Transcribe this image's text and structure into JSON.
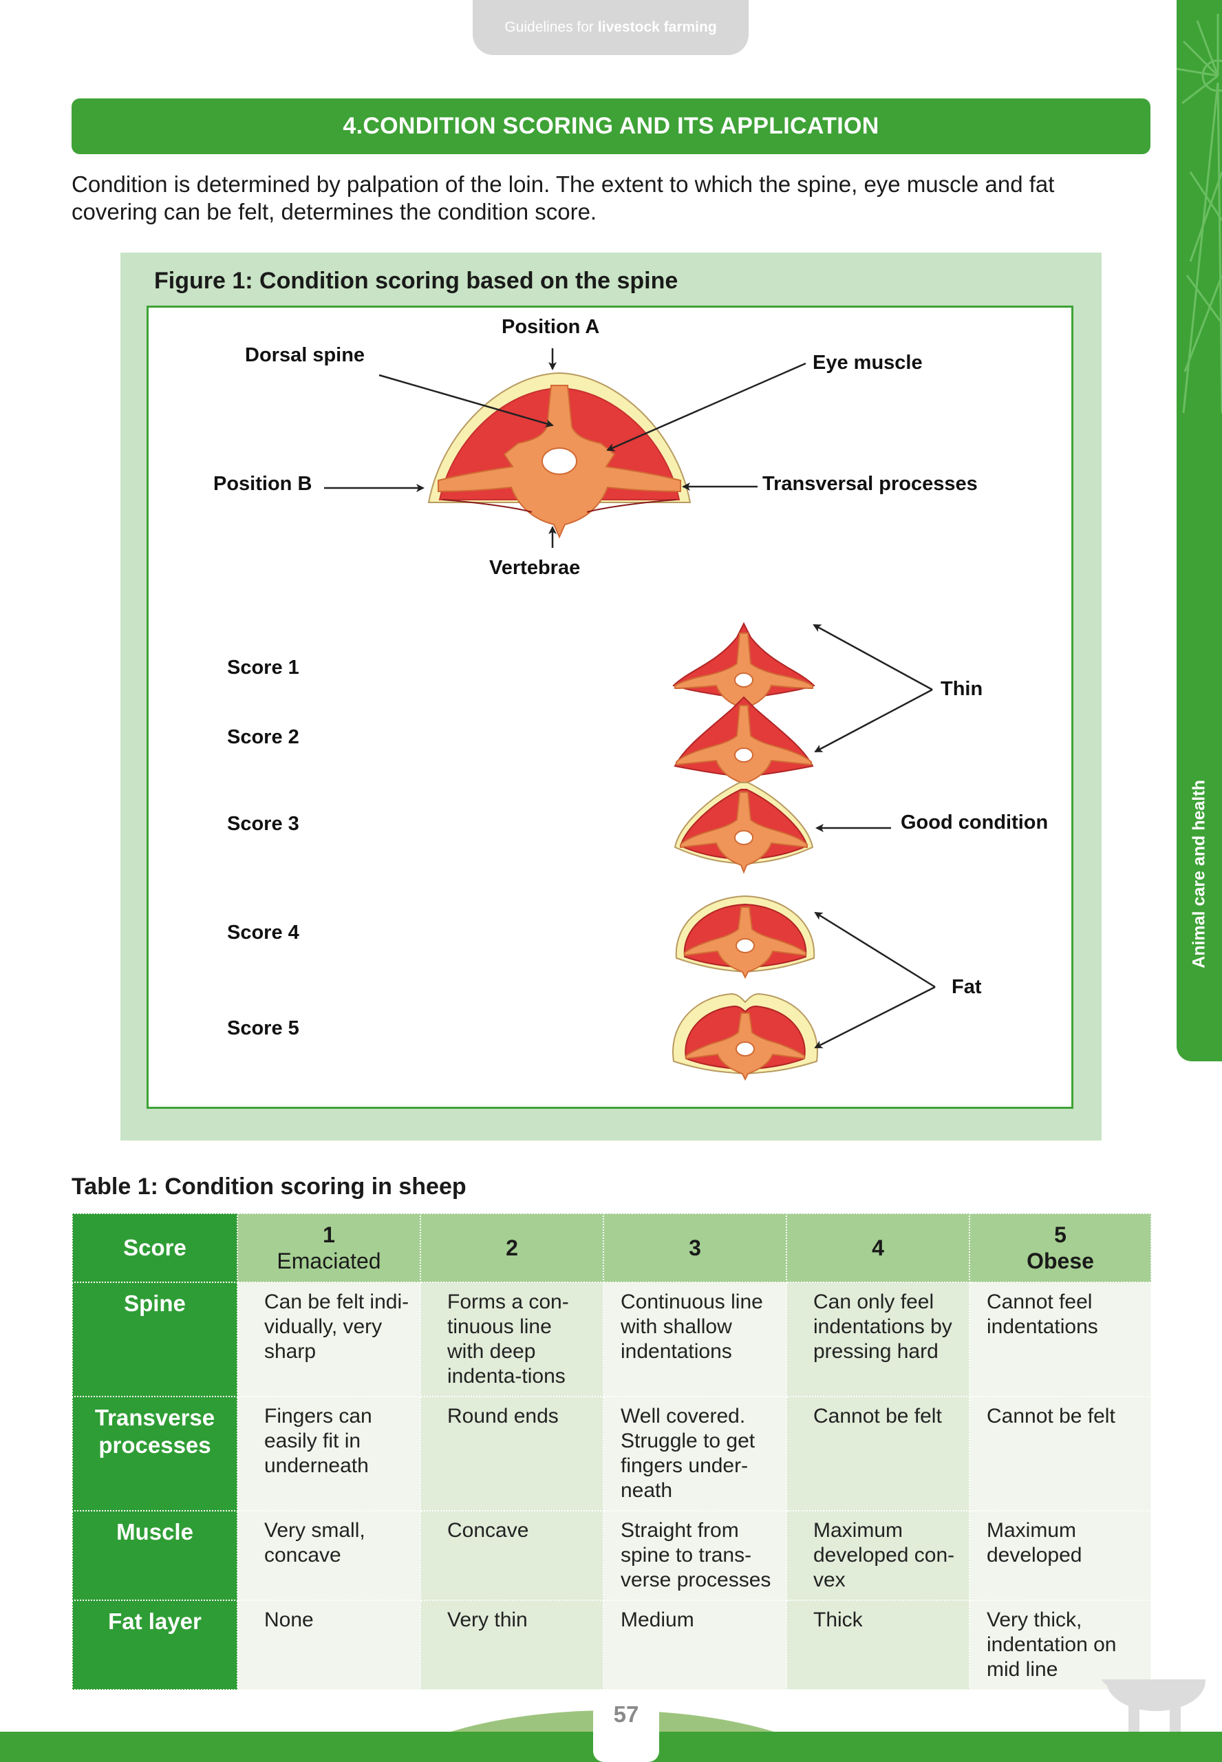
{
  "header": {
    "prefix": "Guidelines for",
    "bold": "livestock farming"
  },
  "side_tab": {
    "label": "Animal care and health"
  },
  "section": {
    "title": "4.CONDITION SCORING AND ITS APPLICATION"
  },
  "intro": "Condition is determined by palpation of the loin. The extent to which the spine, eye muscle and fat covering can be felt, determines the condition score.",
  "figure": {
    "caption": "Figure 1: Condition scoring based on the spine",
    "labels": {
      "position_a": "Position A",
      "dorsal_spine": "Dorsal spine",
      "eye_muscle": "Eye muscle",
      "position_b": "Position B",
      "transversal_processes": "Transversal processes",
      "vertebrae": "Vertebrae"
    },
    "scores": [
      "Score 1",
      "Score 2",
      "Score 3",
      "Score 4",
      "Score 5"
    ],
    "groups": {
      "thin": "Thin",
      "good": "Good condition",
      "fat": "Fat"
    },
    "colors": {
      "muscle": "#e33a3a",
      "fat": "#f8f0b0",
      "bone": "#f0955a"
    }
  },
  "table": {
    "caption": "Table 1: Condition scoring in sheep",
    "header": {
      "label": "Score",
      "columns": [
        {
          "num": "1",
          "sub": "Emaciated"
        },
        {
          "num": "2",
          "sub": ""
        },
        {
          "num": "3",
          "sub": ""
        },
        {
          "num": "4",
          "sub": ""
        },
        {
          "num": "5",
          "sub": "Obese"
        }
      ]
    },
    "rows": [
      {
        "label": "Spine",
        "cells": [
          "Can be felt indi-vidually, very sharp",
          "Forms a con-tinuous line with deep indenta-tions",
          "Continuous line with shallow indentations",
          "Can only feel indentations by pressing hard",
          "Cannot feel indentations"
        ]
      },
      {
        "label": "Transverse processes",
        "cells": [
          "Fingers can easily fit in underneath",
          "Round ends",
          "Well covered. Struggle to get fingers under-neath",
          "Cannot be felt",
          "Cannot be felt"
        ]
      },
      {
        "label": "Muscle",
        "cells": [
          "Very small, concave",
          "Concave",
          "Straight from spine to trans-verse processes",
          "Maximum developed con-vex",
          "Maximum developed"
        ]
      },
      {
        "label": "Fat layer",
        "cells": [
          "None",
          "Very thin",
          "Medium",
          "Thick",
          "Very thick, indentation on mid line"
        ]
      }
    ]
  },
  "footer": {
    "page_number": "57"
  }
}
